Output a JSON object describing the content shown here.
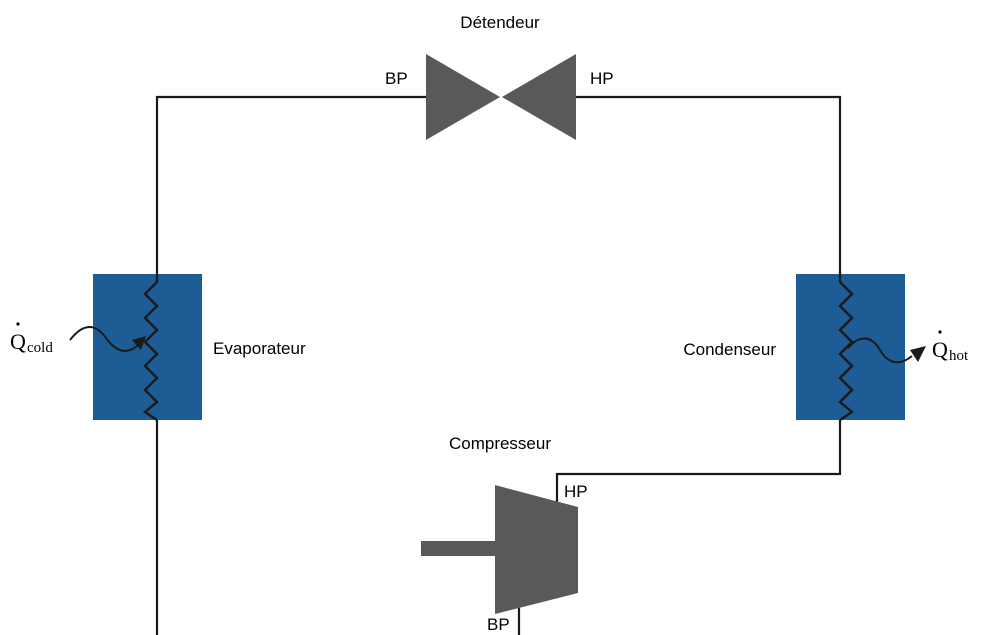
{
  "colors": {
    "exchanger_fill": "#1e5c96",
    "component_fill": "#58595b",
    "pipe_stroke": "#1a1a1a"
  },
  "components": {
    "expansion_valve": {
      "label": "Détendeur",
      "port_low": "BP",
      "port_high": "HP"
    },
    "evaporator": {
      "label": "Evaporateur",
      "heat_symbol": "Q",
      "heat_subscript": "cold"
    },
    "condenser": {
      "label": "Condenseur",
      "heat_symbol": "Q",
      "heat_subscript": "hot"
    },
    "compressor": {
      "label": "Compresseur",
      "port_high": "HP",
      "port_low": "BP"
    }
  }
}
